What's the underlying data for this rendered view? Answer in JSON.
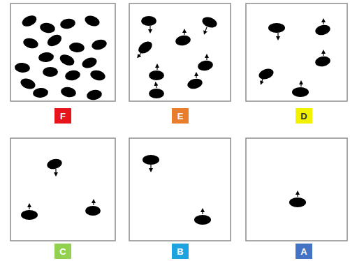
{
  "diagram": {
    "nodes": [
      {
        "text": [
          "F"
        ]
      },
      {
        "text": [
          "E"
        ]
      },
      {
        "text": [
          "D"
        ]
      },
      {
        "text": [
          "C"
        ]
      },
      {
        "text": [
          "B"
        ]
      },
      {
        "text": [
          "A"
        ]
      }
    ]
  }
}
